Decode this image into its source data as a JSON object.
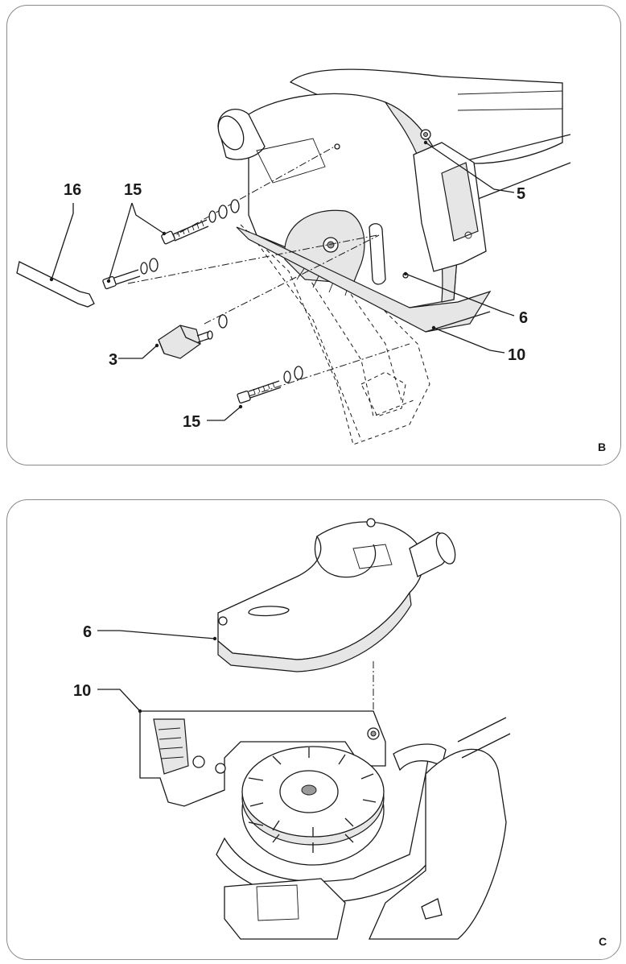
{
  "panels": {
    "b": {
      "letter": "B",
      "labels": {
        "p16": "16",
        "p15a": "15",
        "p3": "3",
        "p15b": "15",
        "p5": "5",
        "p6": "6",
        "p10": "10"
      }
    },
    "c": {
      "letter": "C",
      "labels": {
        "p6": "6",
        "p10": "10"
      }
    }
  },
  "colors": {
    "ink": "#1a1a1a",
    "border": "#8a8a8a",
    "shade": "#e6e6e6"
  }
}
